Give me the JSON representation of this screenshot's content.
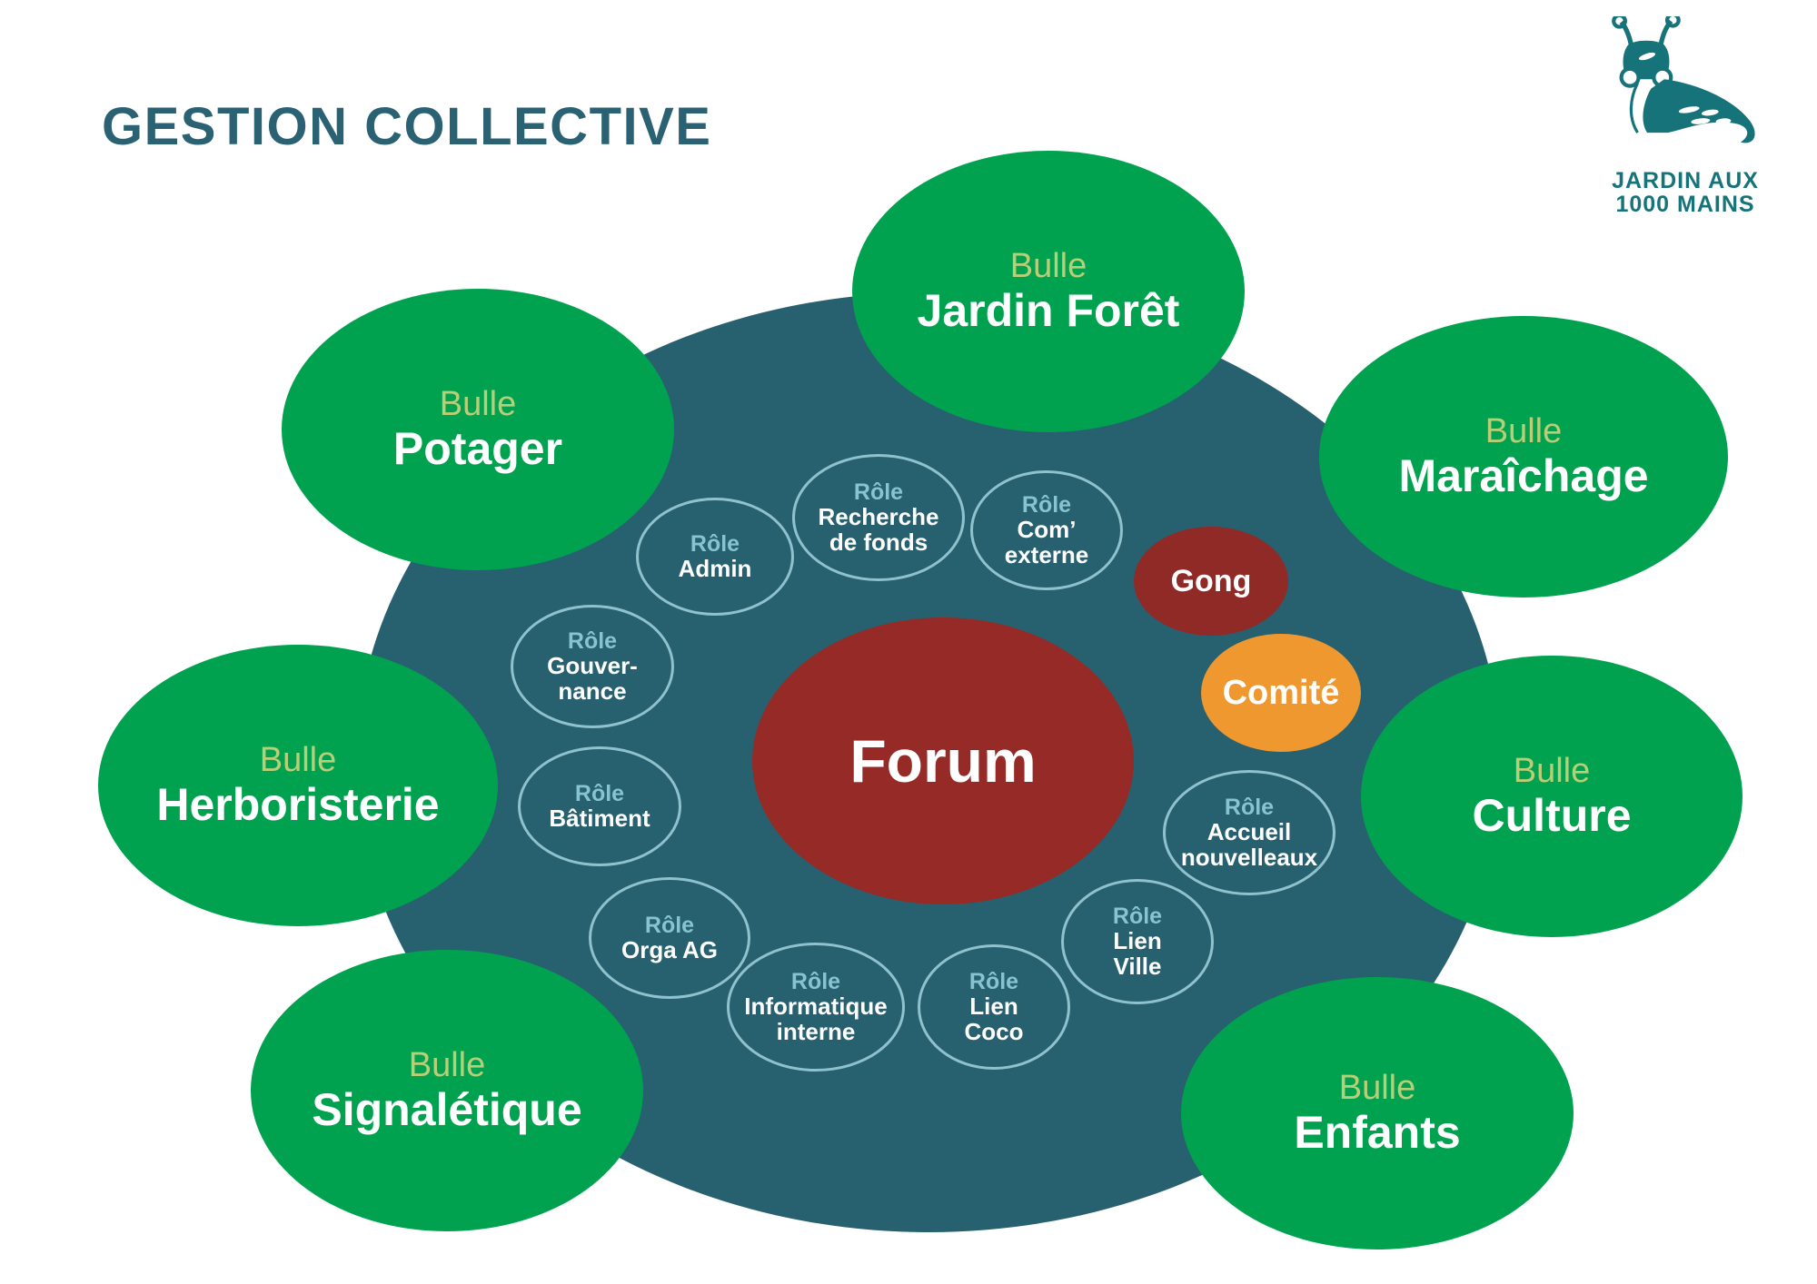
{
  "page": {
    "title": "GESTION COLLECTIVE",
    "background_color": "#ffffff"
  },
  "logo": {
    "name": "slug-logo",
    "line1": "JARDIN AUX",
    "line2": "1000 MAINS",
    "color": "#16737a"
  },
  "colors": {
    "title": "#2b6273",
    "backdrop_teal": "#27616f",
    "bulle_green": "#00a24f",
    "bulle_kind_label": "#b9ce77",
    "role_outline": "#8fc2cd",
    "role_kind_label": "#87c3d1",
    "forum_red": "#962a26",
    "gong_red": "#8f2a27",
    "comite_orange": "#f09830",
    "white": "#ffffff"
  },
  "center": {
    "label": "Forum"
  },
  "special_nodes": [
    {
      "id": "gong",
      "label": "Gong",
      "color": "#8f2a27"
    },
    {
      "id": "comite",
      "label": "Comité",
      "color": "#f09830"
    }
  ],
  "bulles": [
    {
      "id": "jardin-foret",
      "kind": "Bulle",
      "name": "Jardin Forêt"
    },
    {
      "id": "potager",
      "kind": "Bulle",
      "name": "Potager"
    },
    {
      "id": "maraichage",
      "kind": "Bulle",
      "name": "Maraîchage"
    },
    {
      "id": "herboristerie",
      "kind": "Bulle",
      "name": "Herboristerie"
    },
    {
      "id": "culture",
      "kind": "Bulle",
      "name": "Culture"
    },
    {
      "id": "signaletique",
      "kind": "Bulle",
      "name": "Signalétique"
    },
    {
      "id": "enfants",
      "kind": "Bulle",
      "name": "Enfants"
    }
  ],
  "roles": [
    {
      "id": "admin",
      "kind": "Rôle",
      "name": "Admin"
    },
    {
      "id": "recherche-de-fonds",
      "kind": "Rôle",
      "name": "Recherche\nde fonds"
    },
    {
      "id": "com-externe",
      "kind": "Rôle",
      "name": "Com’\nexterne"
    },
    {
      "id": "gouvernance",
      "kind": "Rôle",
      "name": "Gouver-\nnance"
    },
    {
      "id": "batiment",
      "kind": "Rôle",
      "name": "Bâtiment"
    },
    {
      "id": "orga-ag",
      "kind": "Rôle",
      "name": "Orga AG"
    },
    {
      "id": "informatique-interne",
      "kind": "Rôle",
      "name": "Informatique\ninterne"
    },
    {
      "id": "lien-coco",
      "kind": "Rôle",
      "name": "Lien\nCoco"
    },
    {
      "id": "lien-ville",
      "kind": "Rôle",
      "name": "Lien\nVille"
    },
    {
      "id": "accueil-nouvelleaux",
      "kind": "Rôle",
      "name": "Accueil\nnouvelleaux"
    }
  ]
}
